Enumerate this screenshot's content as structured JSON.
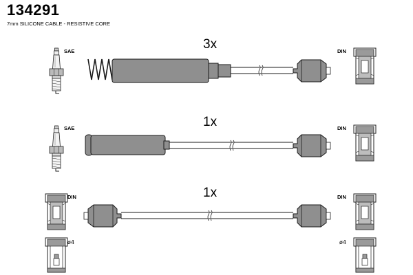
{
  "header": {
    "part_number": "134291",
    "description": "7mm SILICONE CABLE - RESISTIVE CORE"
  },
  "cables": [
    {
      "quantity": "3x",
      "left_connector": "SAE",
      "right_connector": "DIN"
    },
    {
      "quantity": "1x",
      "left_connector": "SAE",
      "right_connector": "DIN"
    },
    {
      "quantity": "1x",
      "left_connector": "DIN",
      "right_connector": "DIN",
      "left_bottom_label": "ø4",
      "right_bottom_label": "ø4"
    }
  ],
  "colors": {
    "boot_fill": "#8f8f8f",
    "outline": "#1a1a1a"
  }
}
